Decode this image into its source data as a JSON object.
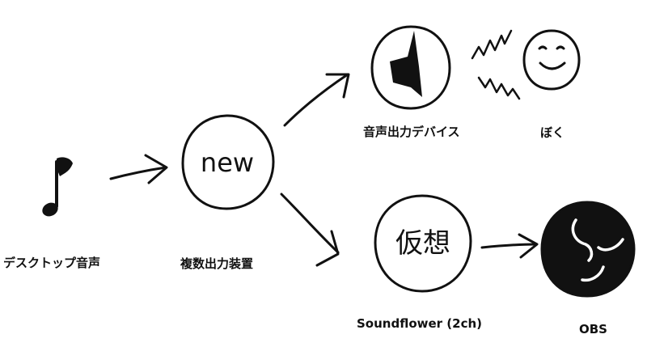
{
  "diagram": {
    "nodes": {
      "desktop_audio": {
        "label": "デスクトップ音声",
        "icon": "music-note-icon"
      },
      "multi_output": {
        "label": "複数出力装置",
        "circle_text": "new"
      },
      "audio_output": {
        "label": "音声出力デバイス",
        "icon": "speaker-icon"
      },
      "me": {
        "label": "ぼく",
        "icon": "smiley-face-icon"
      },
      "soundflower": {
        "label": "Soundflower (2ch)",
        "circle_text": "仮想"
      },
      "obs": {
        "label": "OBS",
        "icon": "obs-logo-icon"
      }
    },
    "edges": [
      {
        "from": "desktop_audio",
        "to": "multi_output"
      },
      {
        "from": "multi_output",
        "to": "audio_output"
      },
      {
        "from": "multi_output",
        "to": "soundflower"
      },
      {
        "from": "soundflower",
        "to": "obs"
      },
      {
        "from": "audio_output",
        "to": "me",
        "style": "sound-waves"
      }
    ]
  },
  "colors": {
    "ink": "#111111",
    "background": "#ffffff"
  }
}
